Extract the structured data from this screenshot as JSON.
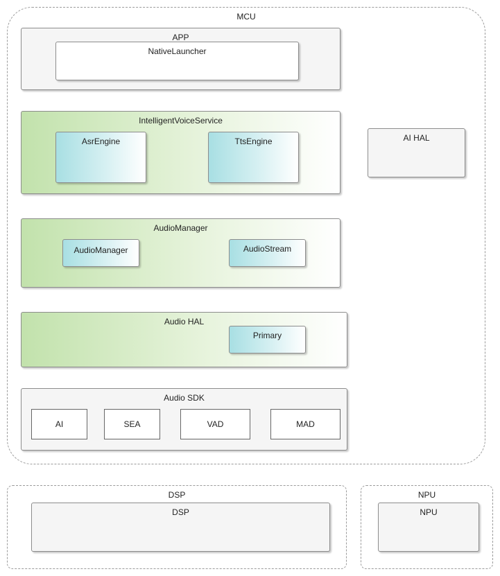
{
  "mcu": {
    "title": "MCU",
    "app": {
      "title": "APP",
      "native_launcher": "NativeLauncher"
    },
    "intelligent_voice_service": {
      "title": "IntelligentVoiceService",
      "asr_engine": "AsrEngine",
      "tts_engine": "TtsEngine"
    },
    "ai_hal": "AI HAL",
    "audio_manager": {
      "title": "AudioManager",
      "manager": "AudioManager",
      "stream": "AudioStream"
    },
    "audio_hal": {
      "title": "Audio HAL",
      "primary": "Primary"
    },
    "audio_sdk": {
      "title": "Audio SDK",
      "items": [
        "AI",
        "SEA",
        "VAD",
        "MAD"
      ]
    }
  },
  "dsp": {
    "title": "DSP",
    "inner": "DSP"
  },
  "npu": {
    "title": "NPU",
    "inner": "NPU"
  }
}
